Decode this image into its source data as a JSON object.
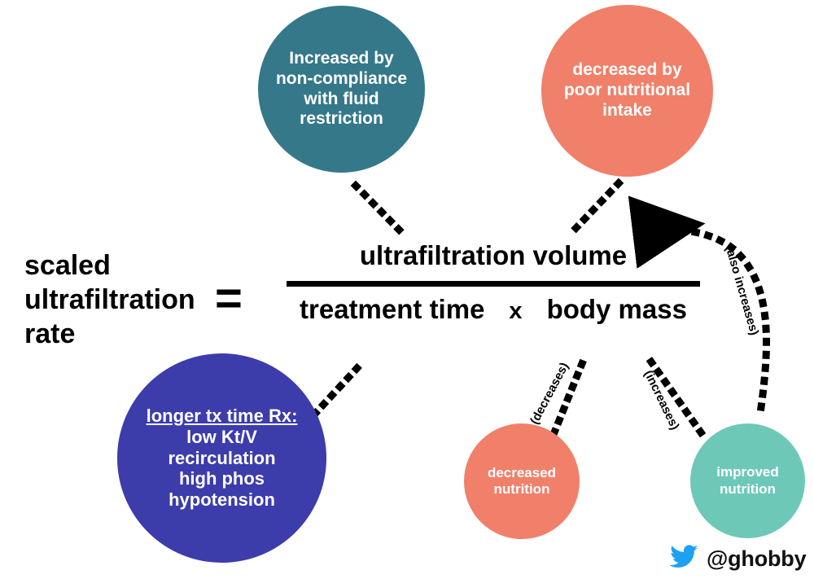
{
  "diagram": {
    "title": "scaled ultrafiltration rate equation",
    "background": "#ffffff"
  },
  "equation": {
    "lhs": "scaled ultrafiltration rate",
    "lhs_lines": [
      "scaled",
      "ultrafiltration",
      "rate"
    ],
    "equals": "=",
    "numerator": "ultrafiltration volume",
    "denominator_left": "treatment time",
    "denominator_operator": "x",
    "denominator_right": "body mass"
  },
  "bubbles": [
    {
      "id": "fluid-restriction",
      "color": "#35788a",
      "text_lines": [
        "Increased by",
        "non-compliance",
        "with fluid",
        "restriction"
      ],
      "text": "Increased by non-compliance with fluid restriction"
    },
    {
      "id": "poor-intake",
      "color": "#f0806a",
      "text_lines": [
        "decreased by",
        "poor nutritional",
        "intake"
      ],
      "text": "decreased by poor nutritional intake"
    },
    {
      "id": "longer-tx-time",
      "color": "#3c3cab",
      "heading": "longer tx time Rx:",
      "text_lines": [
        "low Kt/V",
        "recirculation",
        "high phos",
        "hypotension"
      ],
      "text": "longer tx time Rx: low Kt/V recirculation high phos hypotension"
    },
    {
      "id": "decreased-nutrition",
      "color": "#f0806a",
      "text_lines": [
        "decreased",
        "nutrition"
      ],
      "text": "decreased nutrition"
    },
    {
      "id": "improved-nutrition",
      "color": "#6ec8b8",
      "text_lines": [
        "improved",
        "nutrition"
      ],
      "text": "improved nutrition"
    }
  ],
  "edge_labels": {
    "decreases": "(decreases)",
    "increases": "(increases)",
    "also_increases": "(also increases)"
  },
  "credit": {
    "icon": "twitter-bird-icon",
    "icon_color": "#1da1f2",
    "handle": "@ghobby"
  }
}
